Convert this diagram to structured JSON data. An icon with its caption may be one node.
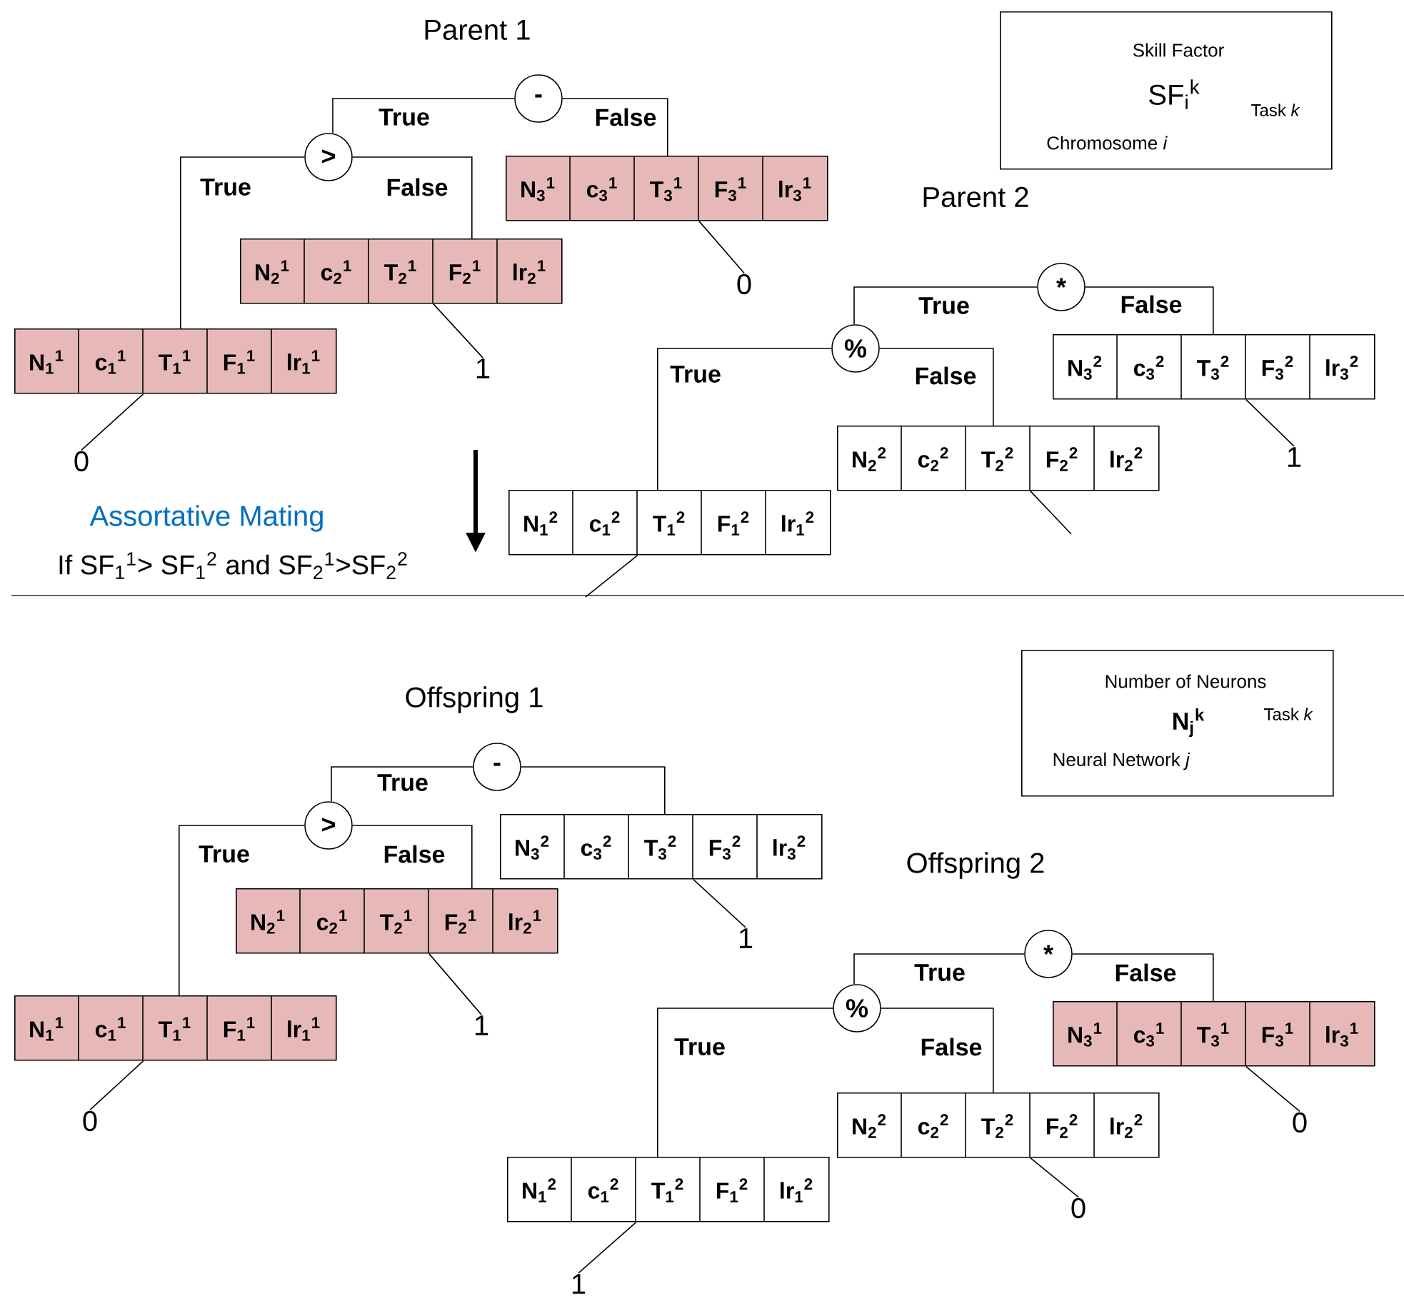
{
  "diagram": {
    "nodes": [
      {
        "text": [
          "Skill Factor",
          "SF$_{i}$$^{k}$",
          "Task *k*",
          "Chromosome *i*"
        ]
      },
      {
        "text": [
          "-"
        ]
      },
      {
        "text": [
          ">"
        ]
      },
      {
        "text": [
          "N$_{3}$$^{1}$",
          "c$_{3}$$^{1}$",
          "T$_{3}$$^{1}$",
          "F$_{3}$$^{1}$",
          "lr$_{3}$$^{1}$"
        ]
      },
      {
        "text": [
          "N$_{2}$$^{1}$",
          "c$_{2}$$^{1}$",
          "T$_{2}$$^{1}$",
          "F$_{2}$$^{1}$",
          "lr$_{2}$$^{1}$"
        ]
      },
      {
        "text": [
          "N$_{1}$$^{1}$",
          "c$_{1}$$^{1}$",
          "T$_{1}$$^{1}$",
          "F$_{1}$$^{1}$",
          "lr$_{1}$$^{1}$"
        ]
      },
      {
        "text": [
          "0"
        ]
      },
      {
        "text": [
          "1"
        ]
      },
      {
        "text": [
          "0"
        ]
      },
      {
        "text": [
          "*"
        ]
      },
      {
        "text": [
          "%"
        ]
      },
      {
        "text": [
          "N$_{3}$$^{2}$",
          "c$_{3}$$^{2}$",
          "T$_{3}$$^{2}$",
          "F$_{3}$$^{2}$",
          "lr$_{3}$$^{2}$"
        ]
      },
      {
        "text": [
          "N$_{2}$$^{2}$",
          "c$_{2}$$^{2}$",
          "T$_{2}$$^{2}$",
          "F$_{2}$$^{2}$",
          "lr$_{2}$$^{2}$"
        ]
      },
      {
        "text": [
          "N$_{1}$$^{2}$",
          "c$_{1}$$^{2}$",
          "T$_{1}$$^{2}$",
          "F$_{1}$$^{2}$",
          "lr$_{1}$$^{2}$"
        ]
      },
      {
        "text": [
          "1"
        ]
      },
      {
        "text": [
          "Number of Neurons",
          "**N$_{j}$$^{k}$**",
          "Task *k*",
          "Neural Network *j*"
        ]
      },
      {
        "text": [
          "-"
        ]
      },
      {
        "text": [
          ">"
        ]
      },
      {
        "text": [
          "N$_{3}$$^{2}$",
          "c$_{3}$$^{2}$",
          "T$_{3}$$^{2}$",
          "F$_{3}$$^{2}$",
          "lr$_{3}$$^{2}$"
        ]
      },
      {
        "text": [
          "N$_{2}$$^{1}$",
          "c$_{2}$$^{1}$",
          "T$_{2}$$^{1}$",
          "F$_{2}$$^{1}$",
          "lr$_{2}$$^{1}$"
        ]
      },
      {
        "text": [
          "N$_{1}$$^{1}$",
          "c$_{1}$$^{1}$",
          "T$_{1}$$^{1}$",
          "F$_{1}$$^{1}$",
          "lr$_{1}$$^{1}$"
        ]
      },
      {
        "text": [
          "1"
        ]
      },
      {
        "text": [
          "1"
        ]
      },
      {
        "text": [
          "0"
        ]
      },
      {
        "text": [
          "*"
        ]
      },
      {
        "text": [
          "%"
        ]
      },
      {
        "text": [
          "N$_{3}$$^{1}$",
          "c$_{3}$$^{1}$",
          "T$_{3}$$^{1}$",
          "F$_{3}$$^{1}$",
          "lr$_{3}$$^{1}$"
        ]
      },
      {
        "text": [
          "N$_{2}$$^{2}$",
          "c$_{2}$$^{2}$",
          "T$_{2}$$^{2}$",
          "F$_{2}$$^{2}$",
          "lr$_{2}$$^{2}$"
        ]
      },
      {
        "text": [
          "N$_{1}$$^{2}$",
          "c$_{1}$$^{2}$",
          "T$_{1}$$^{2}$",
          "F$_{1}$$^{2}$",
          "lr$_{1}$$^{2}$"
        ]
      },
      {
        "text": [
          "0"
        ]
      },
      {
        "text": [
          "0"
        ]
      },
      {
        "text": [
          "1"
        ]
      }
    ],
    "edges": [
      {
        "from": 1,
        "to": 2,
        "arrow": "none",
        "label": "True"
      },
      {
        "from": 1,
        "to": 3,
        "arrow": "none",
        "label": "False"
      },
      {
        "from": 2,
        "to": 5,
        "arrow": "none",
        "label": "True"
      },
      {
        "from": 2,
        "to": 4,
        "arrow": "none",
        "label": "False"
      },
      {
        "from": 3,
        "to": 6,
        "arrow": "none"
      },
      {
        "from": 4,
        "to": 7,
        "arrow": "none"
      },
      {
        "from": 5,
        "to": 8,
        "arrow": "none"
      },
      {
        "from": 9,
        "to": 10,
        "arrow": "none",
        "label": "True"
      },
      {
        "from": 9,
        "to": 11,
        "arrow": "none",
        "label": "False"
      },
      {
        "from": 10,
        "to": 13,
        "arrow": "none",
        "label": "True"
      },
      {
        "from": 10,
        "to": 12,
        "arrow": "none",
        "label": "False"
      },
      {
        "from": 11,
        "to": 14,
        "arrow": "none"
      },
      {
        "from": 12,
        "to": null,
        "arrow": "none"
      },
      {
        "from": 13,
        "to": null,
        "arrow": "none"
      },
      {
        "from": 16,
        "to": 17,
        "arrow": "none",
        "label": "True"
      },
      {
        "from": 16,
        "to": 18,
        "arrow": "none"
      },
      {
        "from": 17,
        "to": 20,
        "arrow": "none",
        "label": "True"
      },
      {
        "from": 17,
        "to": 19,
        "arrow": "none",
        "label": "False"
      },
      {
        "from": 18,
        "to": 21,
        "arrow": "none"
      },
      {
        "from": 19,
        "to": 22,
        "arrow": "none"
      },
      {
        "from": 20,
        "to": 23,
        "arrow": "none"
      },
      {
        "from": 24,
        "to": 25,
        "arrow": "none",
        "label": "True"
      },
      {
        "from": 24,
        "to": 26,
        "arrow": "none",
        "label": "False"
      },
      {
        "from": 25,
        "to": 28,
        "arrow": "none",
        "label": "True"
      },
      {
        "from": 25,
        "to": 27,
        "arrow": "none",
        "label": "False"
      },
      {
        "from": 26,
        "to": 29,
        "arrow": "none"
      },
      {
        "from": 27,
        "to": 30,
        "arrow": "none"
      },
      {
        "from": 28,
        "to": 31,
        "arrow": "none"
      }
    ],
    "labels": [
      "Parent 1",
      "Parent 2",
      "Assortative Mating",
      "If SF$_{1}$$^{1}$> SF$_{1}$$^{2}$ and SF$_{2}$$^{1}$>SF$_{2}$$^{2}$",
      "Offspring 1",
      "Offspring 2"
    ]
  }
}
